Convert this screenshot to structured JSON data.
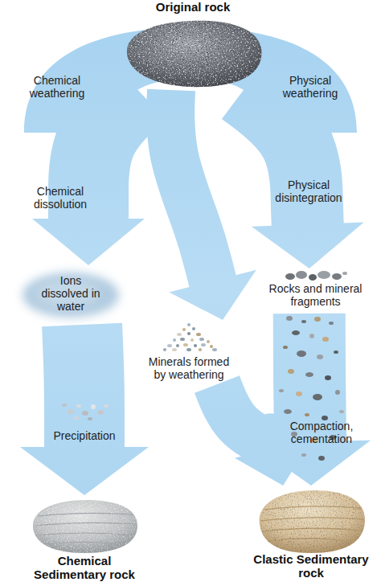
{
  "diagram": {
    "nodes": [
      {
        "text": [
          "Original rock"
        ]
      },
      {
        "text": [
          "Ions dissolved in water"
        ]
      },
      {
        "text": [
          "Rocks and mineral fragments"
        ]
      },
      {
        "text": [
          "Minerals formed by weathering"
        ]
      },
      {
        "text": [
          "Chemical Sedimentary rock"
        ]
      },
      {
        "text": [
          "Clastic Sedimentary rock"
        ]
      }
    ],
    "edges": [
      {
        "from": 0,
        "to": 1,
        "arrow": "to",
        "label": "Chemical dissolution"
      },
      {
        "from": 0,
        "to": 3,
        "arrow": "to"
      },
      {
        "from": 0,
        "to": 2,
        "arrow": "to",
        "label": "Physical disintegration"
      },
      {
        "from": 1,
        "to": 4,
        "arrow": "to",
        "label": "Precipitation"
      },
      {
        "from": 3,
        "to": 5,
        "arrow": "to"
      },
      {
        "from": 2,
        "to": 5,
        "arrow": "to"
      }
    ],
    "labels": [
      "Chemical weathering",
      "Physical weathering",
      "Compaction, cementation"
    ]
  }
}
